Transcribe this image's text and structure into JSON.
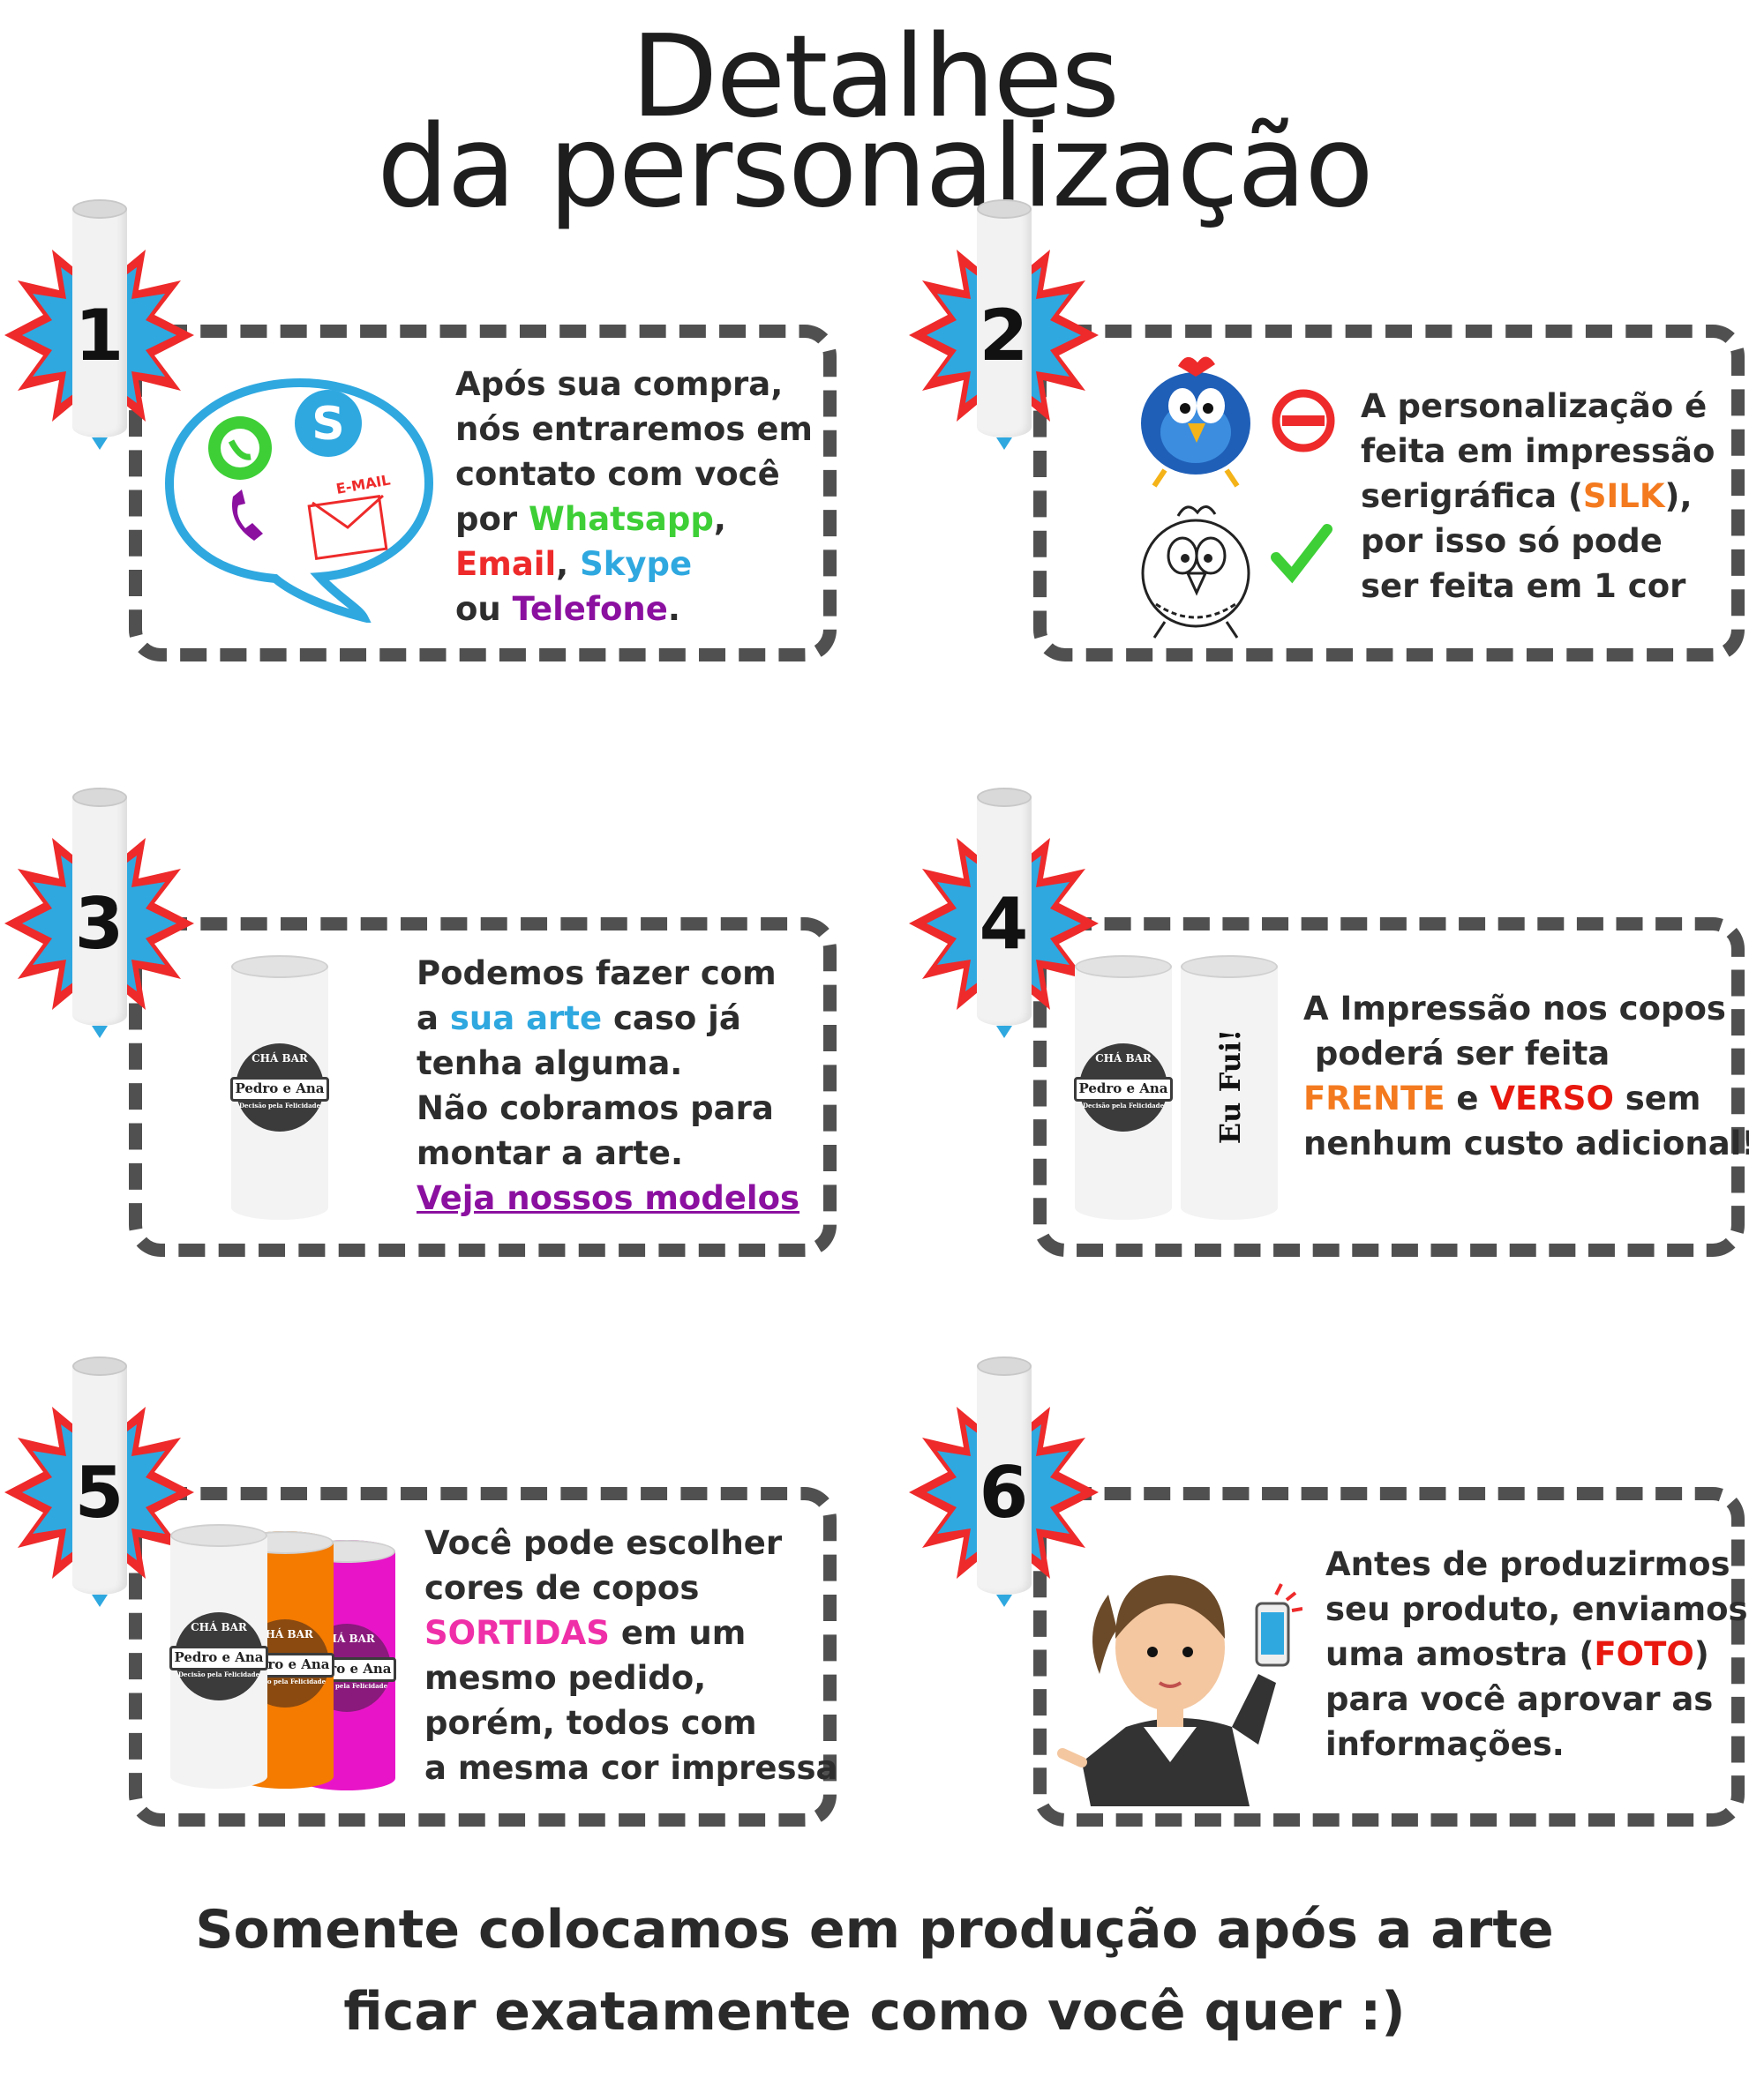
{
  "title": {
    "line1": "Detalhes",
    "line2": "da personalização"
  },
  "steps": [
    {
      "number": "1",
      "lines": [
        "Após sua compra,",
        "nós entraremos em",
        "contato com você"
      ],
      "por": "por ",
      "whatsapp": "Whatsapp",
      "comma1": ",",
      "email": "Email",
      "comma2": ", ",
      "skype": "Skype",
      "ou": "ou ",
      "telefone": "Telefone",
      "dot": ".",
      "email_icon_text": "E-MAIL"
    },
    {
      "number": "2",
      "l1": "A personalização é",
      "l2": "feita em impressão",
      "l3a": "serigráfica (",
      "silk": "SILK",
      "l3b": "),",
      "l4": "por isso só pode",
      "l5": "ser feita em 1 cor"
    },
    {
      "number": "3",
      "l1": "Podemos fazer com",
      "l2a": "a ",
      "sua_arte": "sua arte",
      "l2b": " caso já",
      "l3": "tenha alguma.",
      "l4": "Não cobramos para",
      "l5": "montar a arte.",
      "link": "Veja nossos modelos"
    },
    {
      "number": "4",
      "l1": "A Impressão nos copos",
      "l2": " poderá ser feita",
      "frente": "FRENTE",
      "e": " e ",
      "verso": "VERSO",
      "l3b": " sem",
      "l4": "nenhum custo adicional!",
      "cup_text": "Eu Fui!"
    },
    {
      "number": "5",
      "l1": "Você pode escolher",
      "l2": "cores de copos",
      "sortidas": "SORTIDAS",
      "l3b": " em um",
      "l4": "mesmo pedido,",
      "l5": "porém, todos com",
      "l6": "a mesma cor impressa"
    },
    {
      "number": "6",
      "l1": "Antes de produzirmos",
      "l2": "seu produto, enviamos",
      "l3a": "uma amostra (",
      "foto": "FOTO",
      "l3b": ")",
      "l4": "para você aprovar as",
      "l5": "informações."
    }
  ],
  "emblem": {
    "top": "CHÁ BAR",
    "band": "Pedro e Ana",
    "bottom": "Decisão pela Felicidade"
  },
  "footer": {
    "line1": "Somente colocamos em produção após a arte",
    "line2": "ficar exatamente como você quer :)"
  },
  "colors": {
    "blue": "#2fa8e0",
    "red": "#ee2a2a",
    "gray": "#505050",
    "orange": "#f47a1f",
    "magenta": "#e815c8"
  }
}
